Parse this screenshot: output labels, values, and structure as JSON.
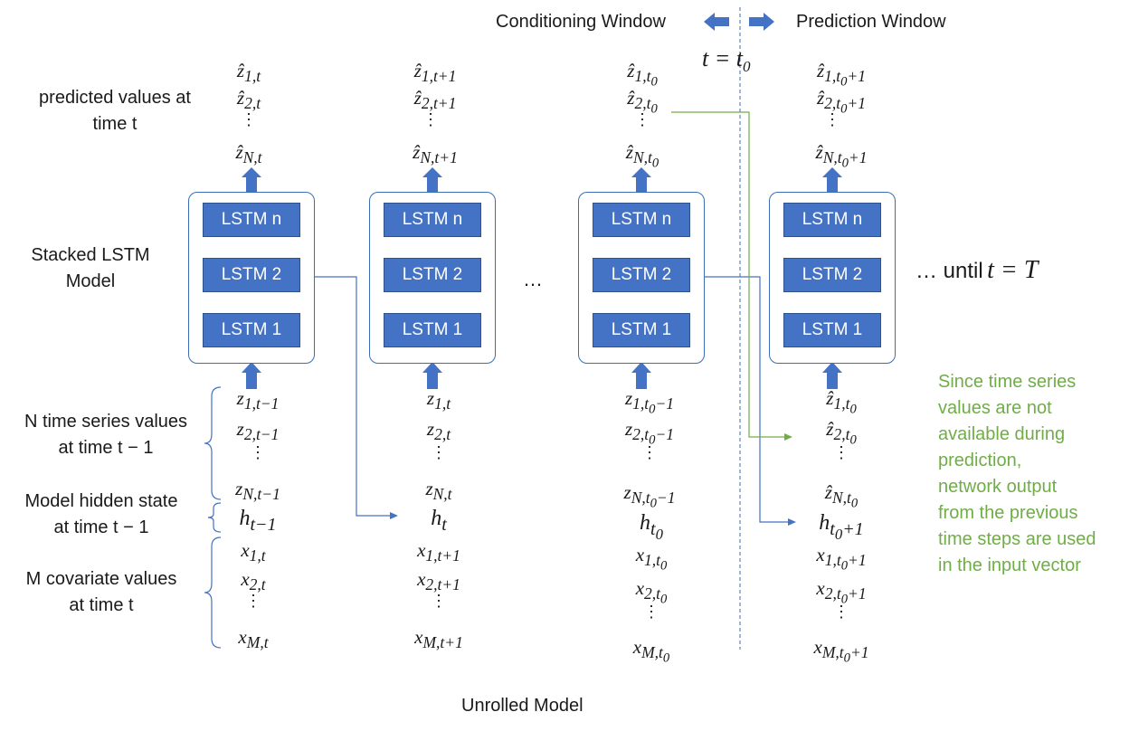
{
  "header": {
    "conditioning": "Conditioning Window",
    "prediction": "Prediction Window",
    "t_eq": "t = t",
    "t_sub": "0"
  },
  "left_labels": {
    "predicted_l1": "predicted values at",
    "predicted_l2": "time t",
    "stacked_l1": "Stacked LSTM",
    "stacked_l2": "Model",
    "ts_l1": "N time series values",
    "ts_l2": "at time t − 1",
    "hidden_l1": "Model hidden state",
    "hidden_l2": "at time t − 1",
    "cov_l1": "M covariate values",
    "cov_l2": "at time t"
  },
  "lstm": {
    "n": "LSTM n",
    "two": "LSTM 2",
    "one": "LSTM 1"
  },
  "ellipsis": "…",
  "until": "… until",
  "until_math": "t = T",
  "note": [
    "Since time series",
    "values are not",
    "available during",
    "prediction,",
    "network output",
    "from the previous",
    "time steps are used",
    "in the input vector"
  ],
  "footer": "Unrolled Model",
  "colors": {
    "lstm_fill": "#4472c4",
    "frame": "#3a6fb5",
    "note": "#70ad47",
    "arrow_blue": "#4472c4"
  }
}
